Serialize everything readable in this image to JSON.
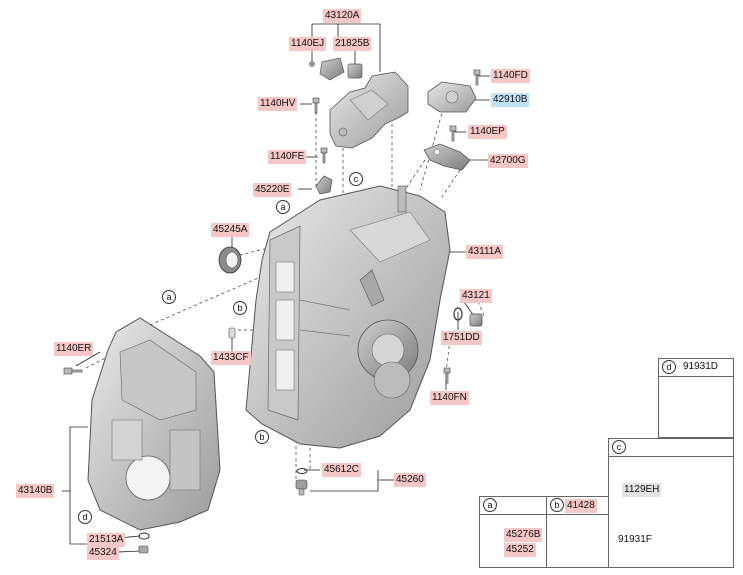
{
  "diagram": {
    "labels": {
      "l43120A": "43120A",
      "l1140EJ": "1140EJ",
      "l21825B": "21825B",
      "l1140FD": "1140FD",
      "l42910B": "42910B",
      "l1140HV": "1140HV",
      "l1140EP": "1140EP",
      "l1140FE": "1140FE",
      "l42700G": "42700G",
      "l45220E": "45220E",
      "l45245A": "45245A",
      "l43111A": "43111A",
      "l43121": "43121",
      "l1751DD": "1751DD",
      "l1140ER": "1140ER",
      "l1433CF": "1433CF",
      "l1140FN": "1140FN",
      "l45612C": "45612C",
      "l45260": "45260",
      "l43140B": "43140B",
      "l21513A": "21513A",
      "l45324": "45324",
      "l91931D": "91931D",
      "l1129EH": "1129EH",
      "l91931F": "91931F",
      "l45276B": "45276B",
      "l45252": "45252",
      "l41428": "41428"
    },
    "callouts": {
      "a": "a",
      "b": "b",
      "c": "c",
      "d": "d"
    }
  },
  "colors": {
    "part_number_highlight": "#f6c7c7",
    "selected_part_highlight": "#bfe0f7",
    "reference_part_highlight": "#e2e2e2"
  }
}
